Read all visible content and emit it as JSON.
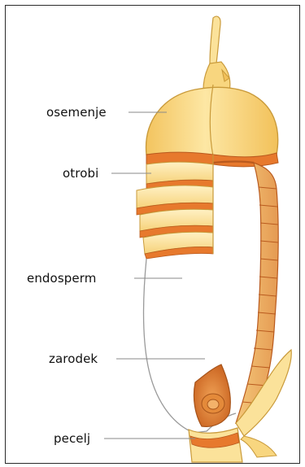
{
  "labels": {
    "seed_coat": "osemenje",
    "bran": "otrobi",
    "endosperm": "endosperm",
    "embryo": "zarodek",
    "stalk": "pecelj"
  },
  "colors": {
    "hull_light": "#fde7a4",
    "hull_mid": "#f6c863",
    "hull_outline": "#c99a3a",
    "bran_layer": "#e7792d",
    "bran_dark": "#b95a1e",
    "embryo": "#d9772d",
    "endosperm_line": "#9a9a9a",
    "frame": "#2a2a2a",
    "leader": "#888888"
  },
  "icons": {
    "diagram": "grain-cross-section-illustration"
  }
}
